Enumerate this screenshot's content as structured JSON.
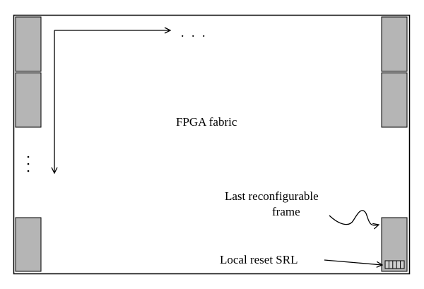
{
  "diagram": {
    "fabric_label": "FPGA fabric",
    "horizontal_continuation": ". . .",
    "vertical_continuation": ".\n.\n.",
    "last_frame_label_line1": "Last reconfigurable",
    "last_frame_label_line2": "frame",
    "reset_srl_label": "Local reset SRL"
  },
  "colors": {
    "frame_fill": "#b5b5b5",
    "stroke": "#000000",
    "background": "#ffffff"
  }
}
